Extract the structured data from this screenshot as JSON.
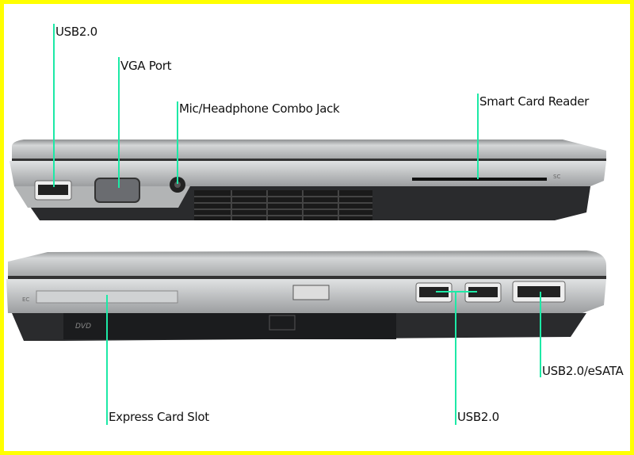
{
  "colors": {
    "border": "#ffff00",
    "leader_line": "#1de9a6",
    "chassis_silver": "#b8babb",
    "chassis_dark": "#2a2b2d"
  },
  "labels": {
    "usb_left": "USB2.0",
    "vga": "VGA Port",
    "audio": "Mic/Headphone Combo Jack",
    "smart_card": "Smart Card Reader",
    "express_card": "Express Card Slot",
    "usb_right": "USB2.0",
    "esata": "USB2.0/eSATA"
  },
  "device_markings": {
    "sc": "SC",
    "ec": "EC",
    "dvd": "DVD"
  }
}
